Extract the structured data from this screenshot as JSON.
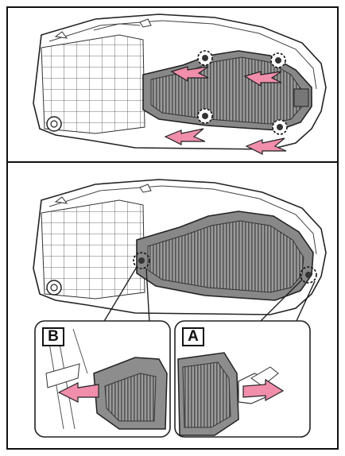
{
  "figure": {
    "top_panel": "remove-clips-step",
    "bottom_panel": "release-hooks-step"
  },
  "callouts": {
    "label_b": "B",
    "label_a": "A"
  },
  "colors": {
    "arrow_fill": "#f08eab",
    "arrow_stroke": "#222222",
    "panel_fill": "#ffffff",
    "cover_fill": "#8d8d8d",
    "cover_rib": "#5a5a5a",
    "line": "#333333"
  },
  "icons": {
    "arrow": "pink-direction-arrow",
    "clip_marker": "dashed-circle-clip-icon"
  }
}
